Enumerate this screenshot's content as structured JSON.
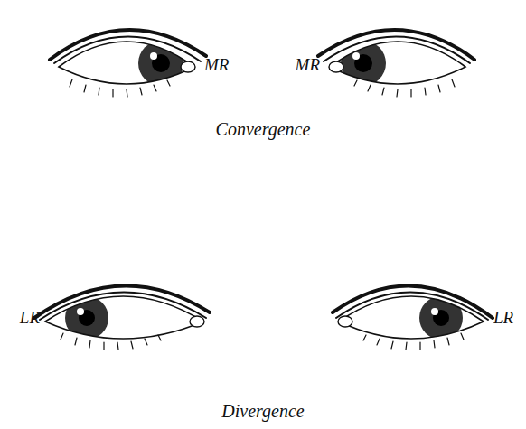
{
  "diagram": {
    "labels": [
      "MR",
      "MR",
      "Convergence",
      "LR",
      "LR",
      "Divergence"
    ]
  }
}
